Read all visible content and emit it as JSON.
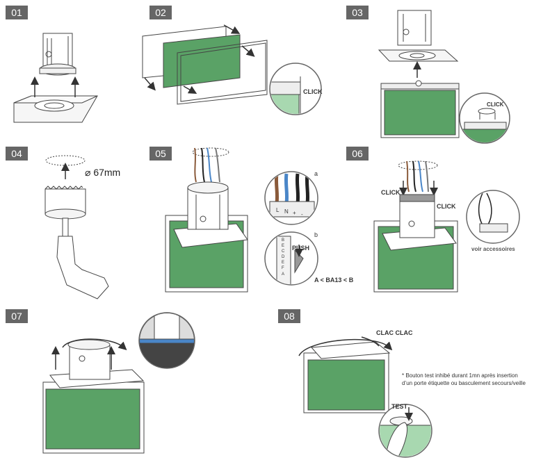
{
  "colors": {
    "badge_bg": "#666666",
    "sign_green": "#5aa266",
    "light_green": "#a8d8b0",
    "wire_blue": "#4a86c8",
    "wire_brown": "#8a5a3a",
    "stroke": "#444444"
  },
  "steps": [
    {
      "number": "01"
    },
    {
      "number": "02",
      "click_label": "CLICK"
    },
    {
      "number": "03",
      "click_label": "CLICK"
    },
    {
      "number": "04",
      "diameter_label": "⌀ 67mm"
    },
    {
      "number": "05",
      "sub_a": "a",
      "sub_b": "b",
      "push_label": "PUSH",
      "range_label": "A < BA13 < B",
      "scale_letters": [
        "B",
        "E",
        "C",
        "D",
        "E",
        "F"
      ],
      "scale_a": "A",
      "terminal_labels": [
        "L",
        "N",
        "+",
        "-"
      ]
    },
    {
      "number": "06",
      "click_left": "CLICK",
      "click_right": "CLICK",
      "accessories_label": "voir accessoires"
    },
    {
      "number": "07"
    },
    {
      "number": "08",
      "clac_label": "CLAC CLAC",
      "note_line1": "* Bouton test inhibé durant 1mn après insertion",
      "note_line2": "d’un porte étiquette ou basculement secours/veille",
      "test_label": "TEST"
    }
  ]
}
